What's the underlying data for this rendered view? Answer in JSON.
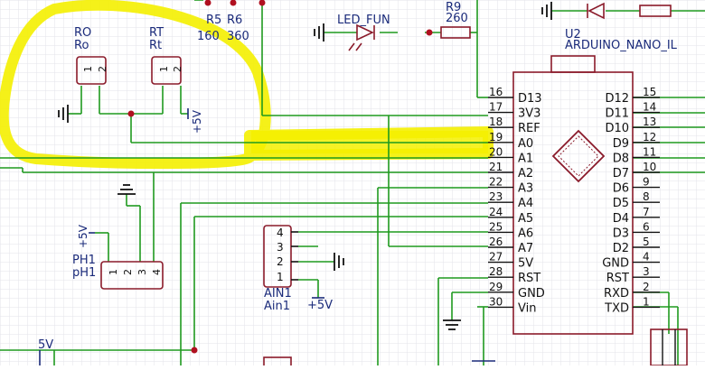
{
  "colors": {
    "grid": "#e3e3ea",
    "wire": "#1f9a1f",
    "part": "#8a1a2a",
    "label": "#1a2a7a",
    "ground": "#111111",
    "junction": "#b01020",
    "highlight": "#f4f000"
  },
  "icons": [
    "ground-icon",
    "led-icon",
    "arduino-icon",
    "vcc-icon"
  ],
  "labels": {
    "r5": "R5",
    "r6": "R6",
    "r5_value": "160",
    "r6_value": "360",
    "led_fun": "LED_FUN",
    "r9": "R9",
    "r9_value": "260",
    "u2": "U2",
    "arduino_nano": "ARDUINO_NANO_IL",
    "ro_upper": "RO",
    "ro_lower": "Ro",
    "rt_upper": "RT",
    "rt_lower": "Rt",
    "ph_upper": "PH1",
    "ph_lower": "pH1",
    "ain_upper": "AIN1",
    "ain_lower": "Ain1",
    "vcc": "+5V",
    "vcc_left_edge": "5V"
  },
  "pins_1_2": [
    "1",
    "2"
  ],
  "pins_1_4": [
    "1",
    "2",
    "3",
    "4"
  ],
  "ain_pins": [
    "4",
    "3",
    "2",
    "1"
  ],
  "arduino": {
    "left_pins": [
      {
        "num": "16",
        "name": "D13"
      },
      {
        "num": "17",
        "name": "3V3"
      },
      {
        "num": "18",
        "name": "REF"
      },
      {
        "num": "19",
        "name": "A0"
      },
      {
        "num": "20",
        "name": "A1"
      },
      {
        "num": "21",
        "name": "A2"
      },
      {
        "num": "22",
        "name": "A3"
      },
      {
        "num": "23",
        "name": "A4"
      },
      {
        "num": "24",
        "name": "A5"
      },
      {
        "num": "25",
        "name": "A6"
      },
      {
        "num": "26",
        "name": "A7"
      },
      {
        "num": "27",
        "name": "5V"
      },
      {
        "num": "28",
        "name": "RST"
      },
      {
        "num": "29",
        "name": "GND"
      },
      {
        "num": "30",
        "name": "Vin"
      }
    ],
    "right_pins": [
      {
        "num": "15",
        "name": "D12"
      },
      {
        "num": "14",
        "name": "D11"
      },
      {
        "num": "13",
        "name": "D10"
      },
      {
        "num": "12",
        "name": "D9"
      },
      {
        "num": "11",
        "name": "D8"
      },
      {
        "num": "10",
        "name": "D7"
      },
      {
        "num": "9",
        "name": "D6"
      },
      {
        "num": "8",
        "name": "D5"
      },
      {
        "num": "7",
        "name": "D4"
      },
      {
        "num": "6",
        "name": "D3"
      },
      {
        "num": "5",
        "name": "D2"
      },
      {
        "num": "4",
        "name": "GND"
      },
      {
        "num": "3",
        "name": "RST"
      },
      {
        "num": "2",
        "name": "RXD"
      },
      {
        "num": "1",
        "name": "TXD"
      }
    ]
  }
}
